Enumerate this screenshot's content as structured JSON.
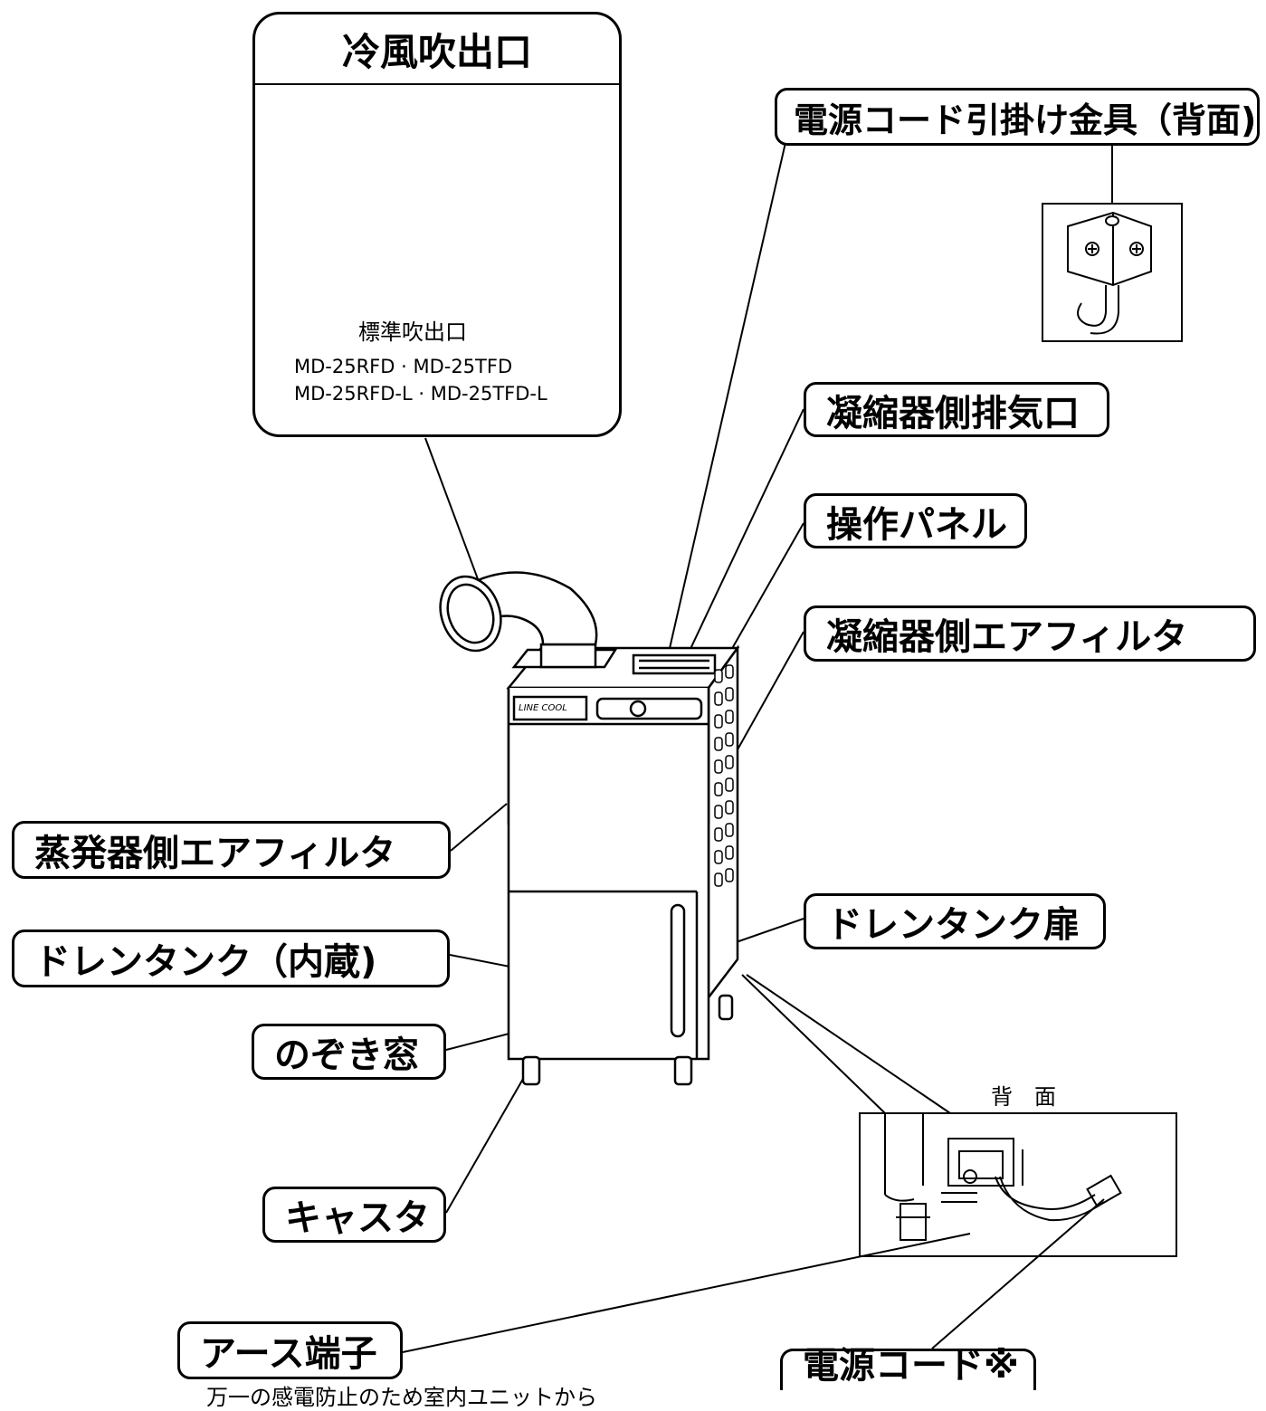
{
  "outlet_box": {
    "title": "冷風吹出口",
    "caption": "標準吹出口",
    "models_line1": "MD-25RFD · MD-25TFD",
    "models_line2": "MD-25RFD-L · MD-25TFD-L"
  },
  "labels": {
    "cord_hook": "電源コード引掛け金具（背面)",
    "condenser_exhaust": "凝縮器側排気口",
    "control_panel": "操作パネル",
    "condenser_filter": "凝縮器側エアフィルタ",
    "evaporator_filter": "蒸発器側エアフィルタ",
    "drain_tank_door": "ドレンタンク扉",
    "drain_tank_builtin": "ドレンタンク（内蔵)",
    "sight_window": "のぞき窓",
    "caster": "キャスタ",
    "earth_terminal": "アース端子",
    "power_cord": "電源コード※"
  },
  "back_view_title": "背　面",
  "unit_brand": "LINE COOL",
  "footnote": "万一の感電防止のため室内ユニットから"
}
